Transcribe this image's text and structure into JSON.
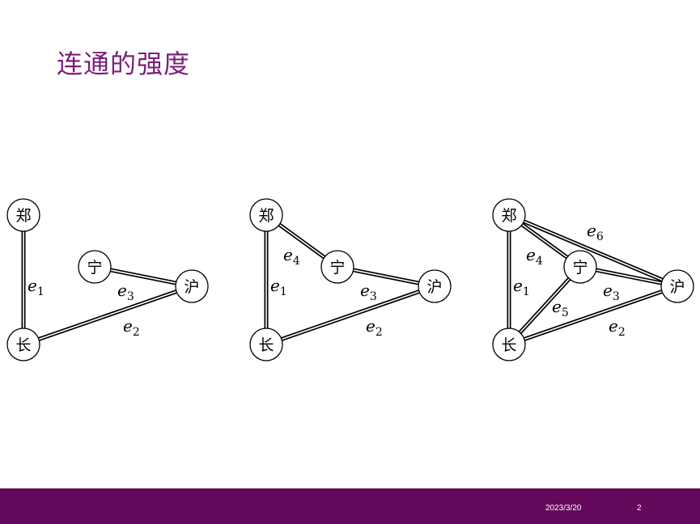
{
  "slide": {
    "title": "连通的强度",
    "date": "2023/3/20",
    "page_number": "2"
  },
  "diagrams": [
    {
      "nodes": [
        "郑",
        "宁",
        "沪",
        "长"
      ],
      "edges": [
        {
          "name": "e",
          "sub": "1",
          "from": "郑",
          "to": "长"
        },
        {
          "name": "e",
          "sub": "3",
          "from": "宁",
          "to": "沪"
        },
        {
          "name": "e",
          "sub": "2",
          "from": "沪",
          "to": "长"
        }
      ]
    },
    {
      "nodes": [
        "郑",
        "宁",
        "沪",
        "长"
      ],
      "edges": [
        {
          "name": "e",
          "sub": "1",
          "from": "郑",
          "to": "长"
        },
        {
          "name": "e",
          "sub": "4",
          "from": "郑",
          "to": "宁"
        },
        {
          "name": "e",
          "sub": "3",
          "from": "宁",
          "to": "沪"
        },
        {
          "name": "e",
          "sub": "2",
          "from": "沪",
          "to": "长"
        }
      ]
    },
    {
      "nodes": [
        "郑",
        "宁",
        "沪",
        "长"
      ],
      "edges": [
        {
          "name": "e",
          "sub": "1",
          "from": "郑",
          "to": "长"
        },
        {
          "name": "e",
          "sub": "4",
          "from": "郑",
          "to": "宁"
        },
        {
          "name": "e",
          "sub": "6",
          "from": "郑",
          "to": "沪"
        },
        {
          "name": "e",
          "sub": "3",
          "from": "宁",
          "to": "沪"
        },
        {
          "name": "e",
          "sub": "5",
          "from": "宁",
          "to": "长"
        },
        {
          "name": "e",
          "sub": "2",
          "from": "沪",
          "to": "长"
        }
      ]
    }
  ]
}
